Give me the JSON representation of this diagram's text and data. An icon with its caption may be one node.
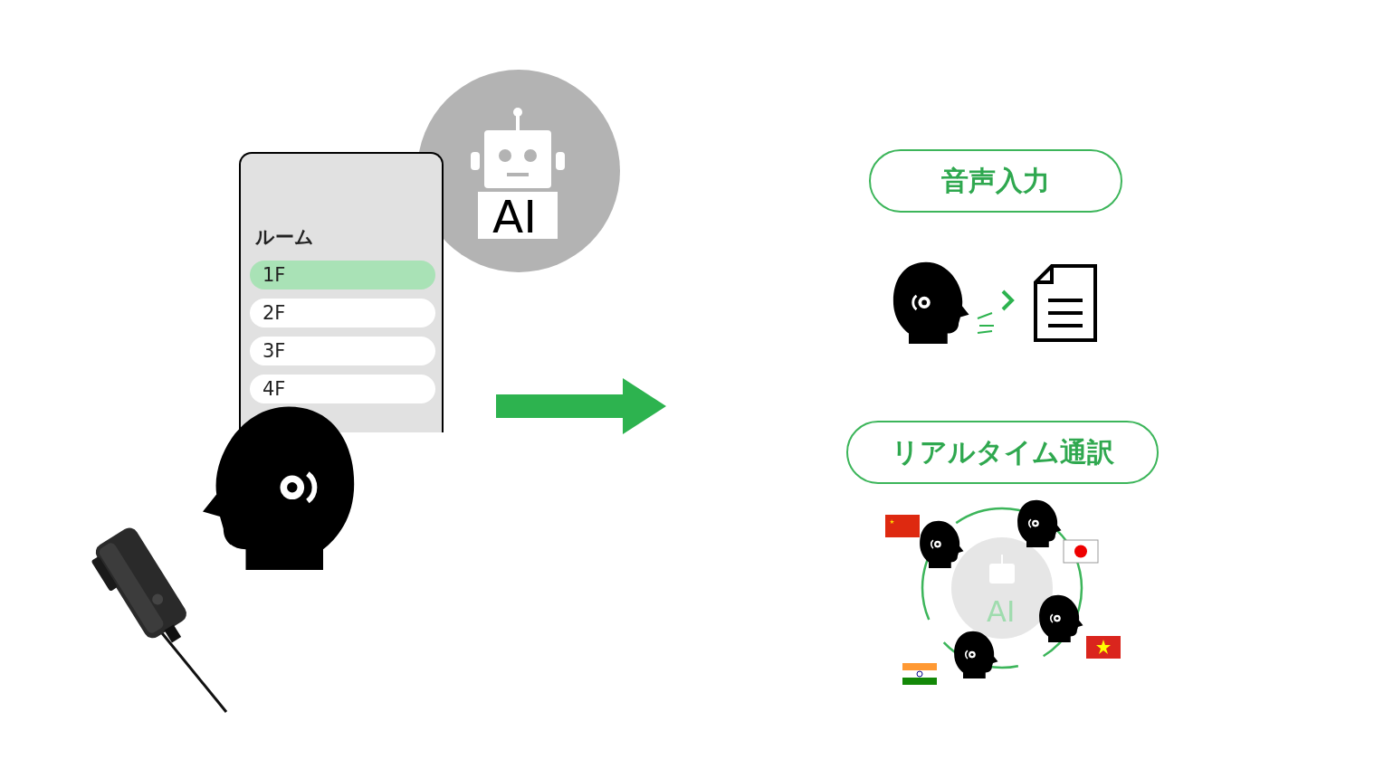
{
  "diagram": {
    "nodes": [
      {
        "text": [
          "音声入力"
        ]
      },
      {
        "text": [
          "リアルタイム通訳"
        ]
      }
    ],
    "labels": [
      "ルーム",
      "1F",
      "2F",
      "3F",
      "4F",
      "AI",
      "AI"
    ]
  }
}
